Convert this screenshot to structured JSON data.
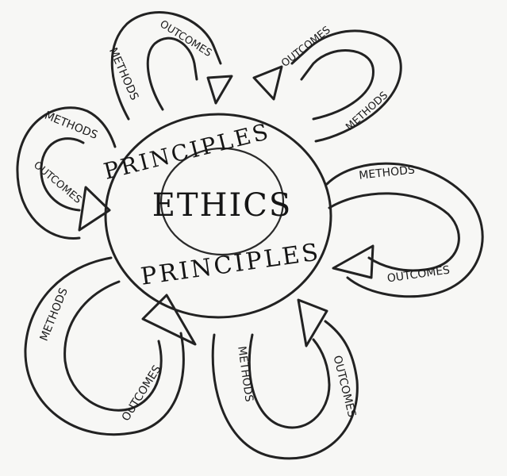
{
  "center": {
    "label": "ETHICS"
  },
  "ring": {
    "label_top": "PRINCIPLES",
    "label_bottom": "PRINCIPLES"
  },
  "loops": [
    {
      "methods": "METHODS",
      "outcomes": "OUTCOMES"
    },
    {
      "methods": "METHODS",
      "outcomes": "OUTCOMES"
    },
    {
      "methods": "METHODS",
      "outcomes": "OUTCOMES"
    },
    {
      "methods": "METHODS",
      "outcomes": "OUTCOMES"
    },
    {
      "methods": "METHODS",
      "outcomes": "OUTCOMES"
    },
    {
      "methods": "METHODS",
      "outcomes": "OUTCOMES"
    }
  ]
}
